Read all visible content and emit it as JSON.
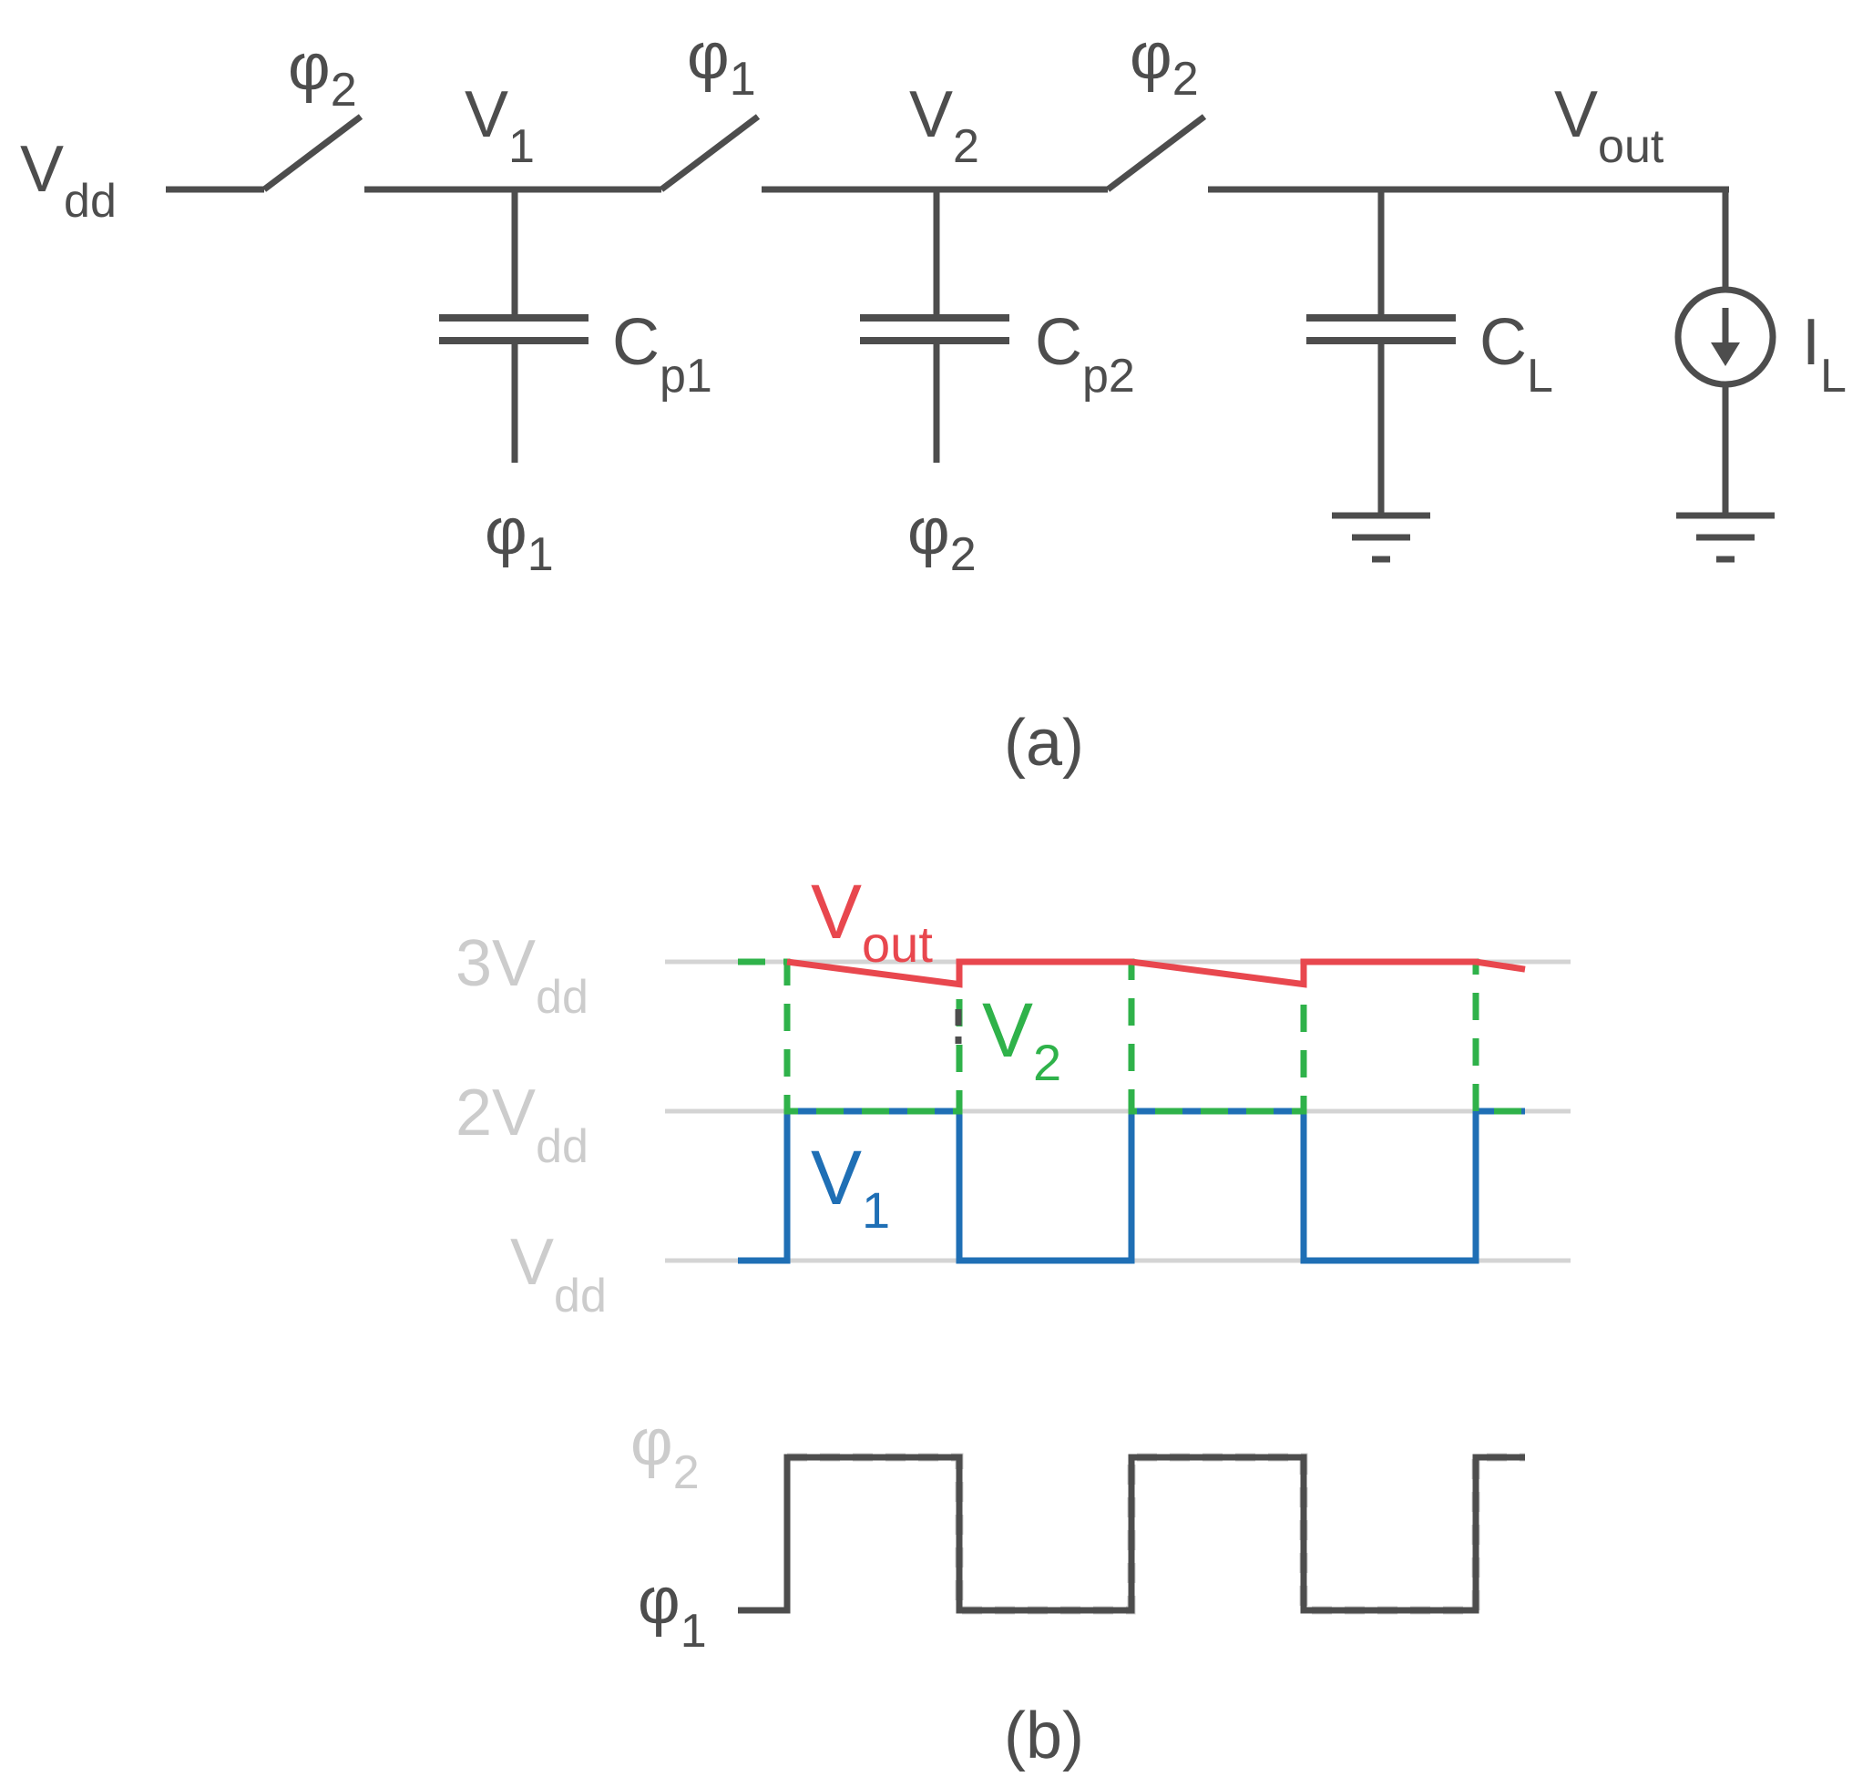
{
  "panel_a": {
    "caption": "(a)",
    "vdd_label": {
      "main": "V",
      "sub": "dd"
    },
    "switches": [
      {
        "phase": "φ",
        "sub": "2"
      },
      {
        "phase": "φ",
        "sub": "1"
      },
      {
        "phase": "φ",
        "sub": "2"
      }
    ],
    "nodes": [
      {
        "main": "V",
        "sub": "1"
      },
      {
        "main": "V",
        "sub": "2"
      },
      {
        "main": "V",
        "sub": "out"
      }
    ],
    "capacitors": [
      {
        "main": "C",
        "sub": "p1",
        "bottom_phase": "φ",
        "bottom_sub": "1"
      },
      {
        "main": "C",
        "sub": "p2",
        "bottom_phase": "φ",
        "bottom_sub": "2"
      },
      {
        "main": "C",
        "sub": "L"
      }
    ],
    "current_source": {
      "main": "I",
      "sub": "L"
    }
  },
  "panel_b": {
    "caption": "(b)",
    "levels": [
      {
        "main": "3V",
        "sub": "dd"
      },
      {
        "main": "2V",
        "sub": "dd"
      },
      {
        "main": "V",
        "sub": "dd"
      }
    ],
    "clock_levels": [
      {
        "main": "φ",
        "sub": "2"
      },
      {
        "main": "φ",
        "sub": "1"
      }
    ],
    "colors": {
      "v1": "#1f6fb5",
      "v2": "#2fb24a",
      "vout": "#e8474e",
      "clock": "#4d4d4d",
      "grid": "#d4d4d4"
    }
  },
  "chart_data": {
    "type": "line",
    "x_unit": "time (unlabeled)",
    "y_levels": [
      "Vdd",
      "2Vdd",
      "3Vdd"
    ],
    "series": [
      {
        "name": "V1",
        "color": "#1f6fb5",
        "points": [
          [
            0,
            1
          ],
          [
            1,
            1
          ],
          [
            1,
            2
          ],
          [
            4.5,
            2
          ],
          [
            4.5,
            1
          ],
          [
            8,
            1
          ],
          [
            8,
            2
          ],
          [
            11.5,
            2
          ],
          [
            11.5,
            1
          ],
          [
            15,
            1
          ],
          [
            15,
            2
          ],
          [
            16,
            2
          ]
        ]
      },
      {
        "name": "V2",
        "color": "#2fb24a",
        "points": [
          [
            0,
            3
          ],
          [
            1,
            3
          ],
          [
            1,
            2
          ],
          [
            4.5,
            2
          ],
          [
            4.5,
            3
          ],
          [
            8,
            3
          ],
          [
            8,
            2
          ],
          [
            11.5,
            2
          ],
          [
            11.5,
            3
          ],
          [
            15,
            3
          ],
          [
            15,
            2
          ],
          [
            16,
            2
          ]
        ]
      },
      {
        "name": "Vout",
        "color": "#e8474e",
        "points": [
          [
            1,
            3
          ],
          [
            4.5,
            2.85
          ],
          [
            4.5,
            3
          ],
          [
            8,
            3
          ],
          [
            11.5,
            2.85
          ],
          [
            11.5,
            3
          ],
          [
            15,
            3
          ],
          [
            16,
            2.95
          ]
        ]
      }
    ],
    "clock": {
      "levels": [
        "φ1",
        "φ2"
      ],
      "phi1_trace": [
        [
          0,
          0
        ],
        [
          1,
          0
        ],
        [
          1,
          1
        ],
        [
          4.5,
          1
        ],
        [
          4.5,
          0
        ],
        [
          8,
          0
        ],
        [
          8,
          1
        ],
        [
          11.5,
          1
        ],
        [
          11.5,
          0
        ],
        [
          15,
          0
        ],
        [
          15,
          1
        ],
        [
          16,
          1
        ]
      ],
      "phi2_trace": [
        [
          1,
          1
        ],
        [
          4.5,
          1
        ],
        [
          4.5,
          0
        ],
        [
          8,
          0
        ],
        [
          8,
          1
        ],
        [
          11.5,
          1
        ],
        [
          11.5,
          0
        ],
        [
          15,
          0
        ],
        [
          15,
          1
        ],
        [
          16,
          1
        ]
      ]
    }
  }
}
